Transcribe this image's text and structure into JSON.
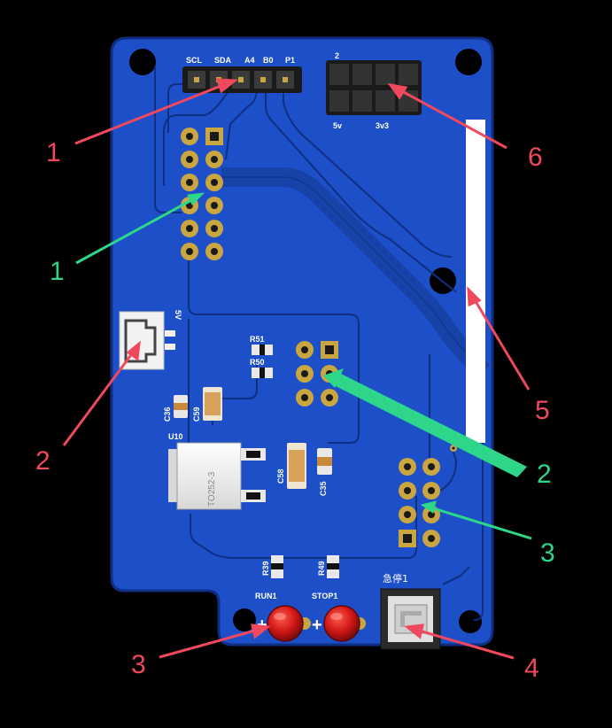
{
  "colors": {
    "background": "#000000",
    "board": "#1d4fc9",
    "board_dark": "#153a9a",
    "trace": "#1742a8",
    "trace_edge": "#0f2f80",
    "gold": "#c9a640",
    "red_callout": "#f0485c",
    "green_callout": "#2ed68a",
    "button_red": "#d81818"
  },
  "silkscreen": {
    "top_header": [
      "SCL",
      "SDA",
      "A4",
      "B0",
      "P1"
    ],
    "right_header_top": "2",
    "right_header_left": "5v",
    "right_header_right": "3v3",
    "jst_label": "5V",
    "r51": "R51",
    "r50": "R50",
    "c36": "C36",
    "c59": "C59",
    "u10": "U10",
    "to252": "TO252-3",
    "c58": "C58",
    "c35": "C35",
    "r39": "R39",
    "r49": "R49",
    "run": "RUN1",
    "stop": "STOP1",
    "estop": "急停1",
    "plus_left": "+",
    "plus_right": "+"
  },
  "callouts_red": [
    "1",
    "6",
    "2",
    "5",
    "3",
    "4"
  ],
  "callouts_green": [
    "1",
    "2",
    "3"
  ]
}
